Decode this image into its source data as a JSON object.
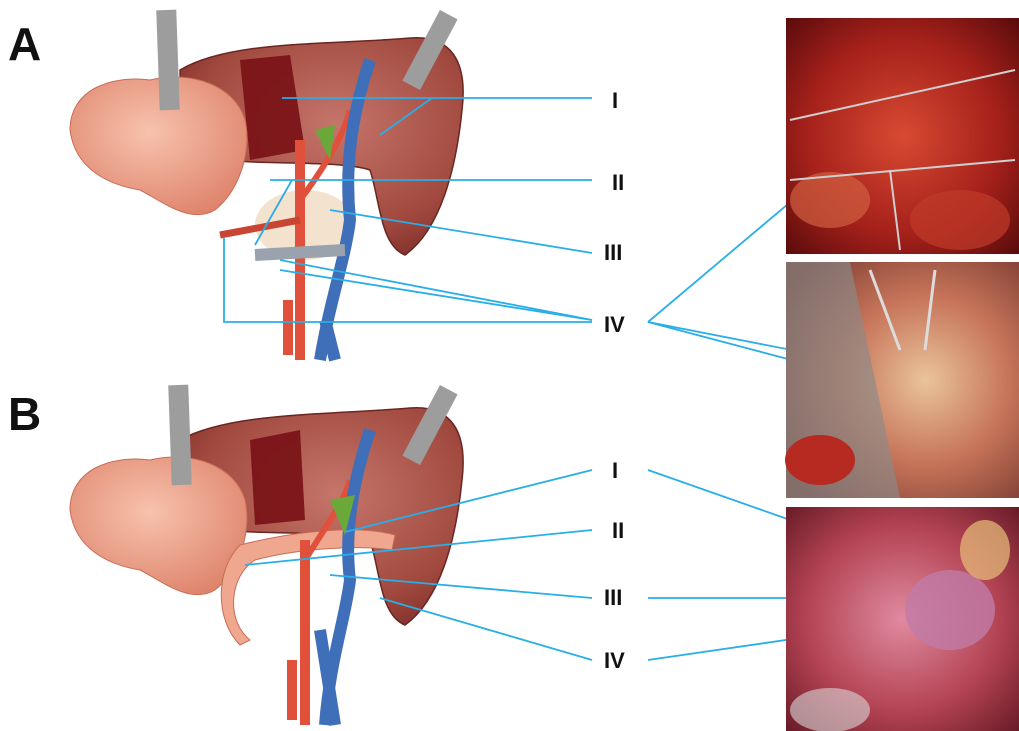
{
  "panels": [
    {
      "letter": "A",
      "labels": [
        "I",
        "II",
        "III",
        "IV"
      ]
    },
    {
      "letter": "B",
      "labels": [
        "I",
        "II",
        "III",
        "IV"
      ]
    }
  ],
  "colors": {
    "leader": "#29aee8",
    "liver": "#a8544a",
    "liver_dark": "#7a1418",
    "pancreas": "#f0a78f",
    "artery": "#e0503a",
    "vein": "#3f6fb8",
    "bile": "#6aa83a",
    "photo_bg": "#9c1c1c"
  },
  "icons": {
    "retractor": "retractor-icon",
    "photo": "surgical-photo"
  }
}
